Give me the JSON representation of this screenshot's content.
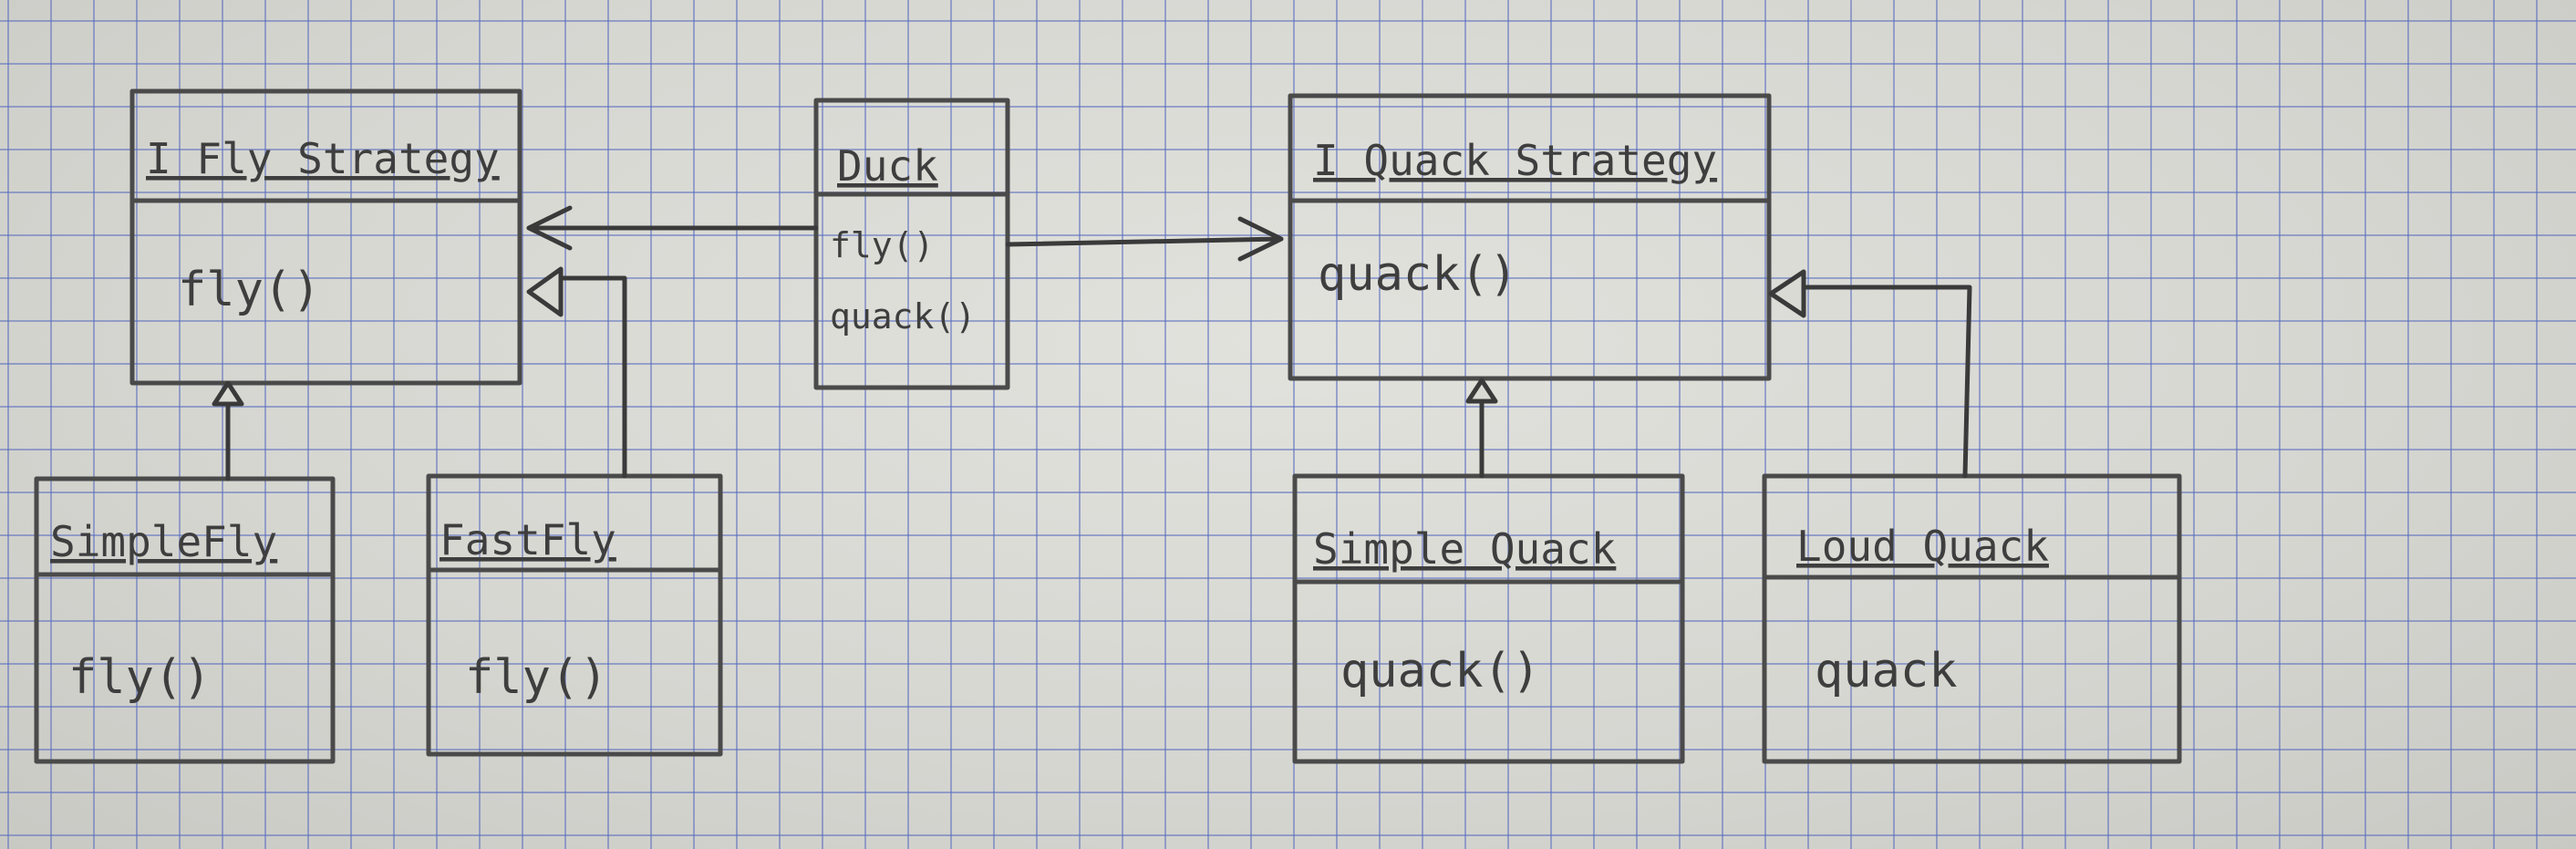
{
  "ifly": {
    "title": "I Fly Strategy",
    "method": "fly()"
  },
  "duck": {
    "title": "Duck",
    "methods": [
      "fly()",
      "quack()"
    ]
  },
  "iquack": {
    "title": "I Quack Strategy",
    "method": "quack()"
  },
  "simplefly": {
    "title": "SimpleFly",
    "method": "fly()"
  },
  "fastfly": {
    "title": "FastFly",
    "method": "fly()"
  },
  "simplequack": {
    "title": "Simple Quack",
    "method": "quack()"
  },
  "loudquack": {
    "title": "Loud Quack",
    "method": "quack"
  }
}
